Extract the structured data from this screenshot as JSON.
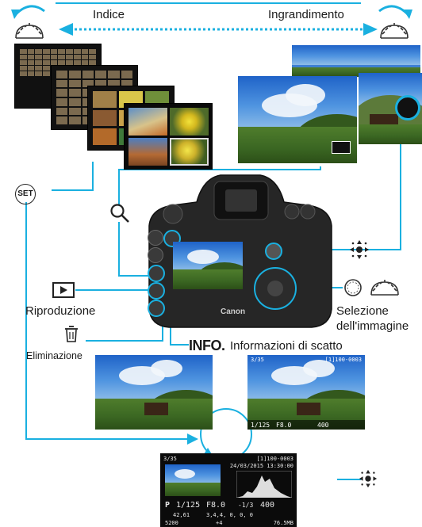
{
  "labels": {
    "index": "Indice",
    "magnify": "Ingrandimento",
    "playback": "Riproduzione",
    "image_selection_line1": "Selezione",
    "image_selection_line2": "dell'immagine",
    "erase": "Eliminazione",
    "info_key": "INFO.",
    "shooting_info": "Informazioni di scatto",
    "set_button": "SET",
    "camera_brand": "Canon"
  },
  "screen_top_right": {
    "frame": "3/35",
    "file": "[1]100-0003",
    "shutter": "1/125",
    "aperture": "F8.0",
    "iso": "400"
  },
  "screen_bottom": {
    "frame": "3/35",
    "file": "[1]100-0003",
    "date": "24/03/2015 13:30:00",
    "mode": "P",
    "shutter": "1/125",
    "aperture": "F8.0",
    "exposure_comp": "-1/3",
    "iso": "400",
    "row3_left": "42,61",
    "row3_mid": "3,4,4, 0, 0, 0",
    "row4_size": "5200",
    "row4_right": "76.5MB",
    "row4_wb": "+4"
  },
  "colors": {
    "accent_line": "#1ab0e0",
    "dial_icon": "#555555"
  }
}
